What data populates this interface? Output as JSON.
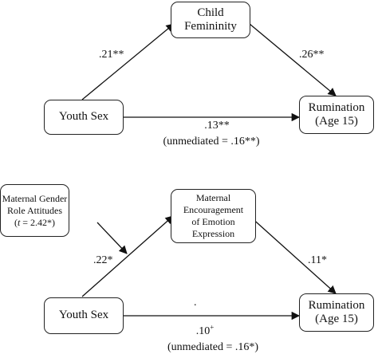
{
  "panel_top": {
    "nodes": {
      "child_femininity": [
        "Child",
        "Femininity"
      ],
      "youth_sex": "Youth Sex",
      "rumination": [
        "Rumination",
        "(Age 15)"
      ]
    },
    "paths": {
      "a": ".21**",
      "b": ".26**",
      "c_prime": ".13**",
      "total": "(unmediated = .16**)"
    }
  },
  "panel_bottom": {
    "nodes": {
      "moderator": {
        "line1": "Maternal Gender",
        "line2": "Role Attitudes",
        "t_open": "(",
        "t_var": "t",
        "t_value": " = 2.42*)"
      },
      "mediator": [
        "Maternal",
        "Encouragement",
        "of Emotion",
        "Expression"
      ],
      "youth_sex": "Youth Sex",
      "rumination": [
        "Rumination",
        "(Age 15)"
      ]
    },
    "paths": {
      "a": ".22*",
      "b": ".11*",
      "c_prime_value": ".10",
      "c_prime_sup": "+",
      "total": "(unmediated = .16*)"
    },
    "dot": "."
  }
}
